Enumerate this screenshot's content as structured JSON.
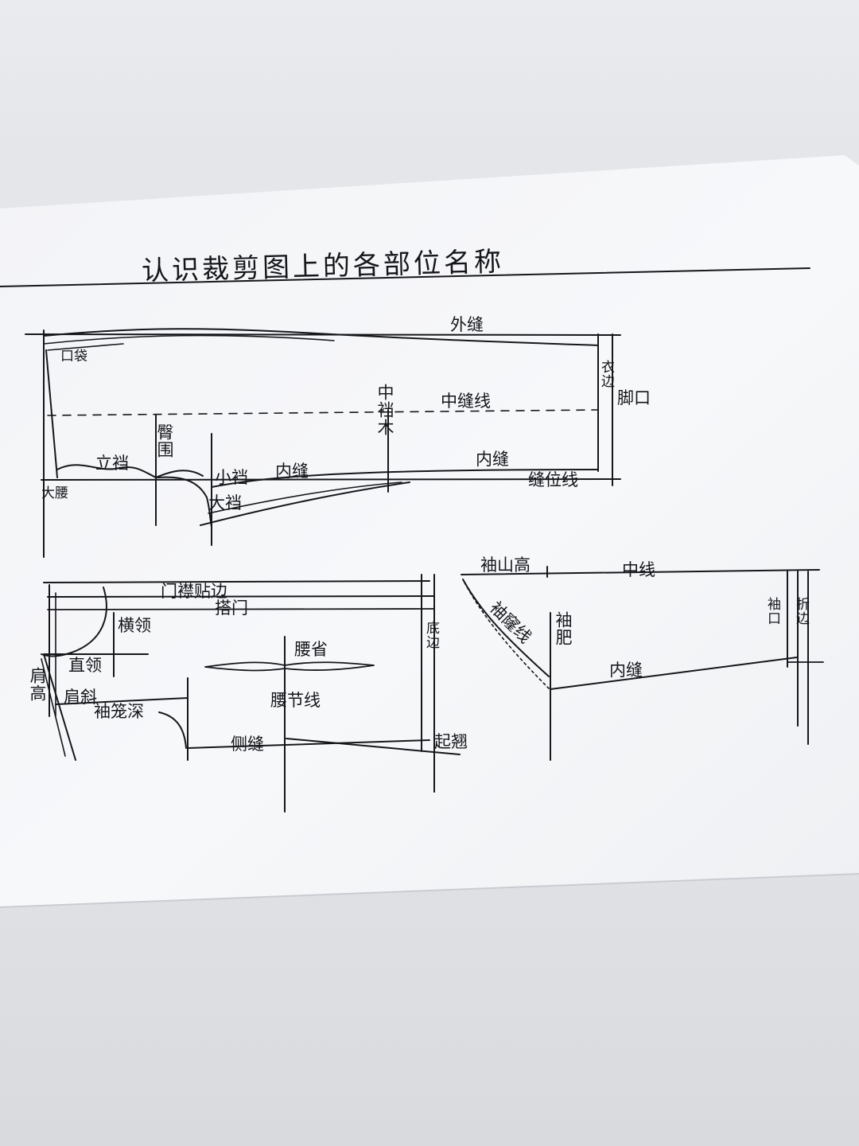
{
  "title": "认识裁剪图上的各部位名称",
  "colors": {
    "ink": "#16171b",
    "paper": "#f6f7f9",
    "background": "#e2e4e8"
  },
  "trousers": {
    "outer_seam": "外缝",
    "waist_notch": "口袋",
    "hem_edge": "衣边",
    "leg_opening": "脚口",
    "crease_line": "中缝线",
    "crotch_wood": "中裆木",
    "hip_mark": "臀围",
    "front_rise": "立裆",
    "inner_seam_1": "内缝",
    "inner_seam_2": "内缝",
    "small_crotch": "小裆",
    "big_crotch": "大裆",
    "waist_left": "大腰",
    "hem_line": "缝位线"
  },
  "bodice": {
    "placket_facing": "门襟贴边",
    "placket": "搭门",
    "neck_width": "横领",
    "neck_depth": "直领",
    "shoulder_height": "肩高",
    "shoulder": "肩斜",
    "armhole_depth": "袖笼深",
    "dart_top": "腰省",
    "waist_line": "腰节线",
    "side_seam": "侧缝",
    "bottom_hem": "底边",
    "side_hem": "起翘"
  },
  "sleeve": {
    "sleeve_cap": "袖山高",
    "center_line": "中线",
    "sleeve_cap_curve": "袖窿线",
    "sleeve_width": "袖肥",
    "sleeve_cuff": "袖口",
    "cuff_edge": "折边",
    "inner_seam": "内缝"
  }
}
